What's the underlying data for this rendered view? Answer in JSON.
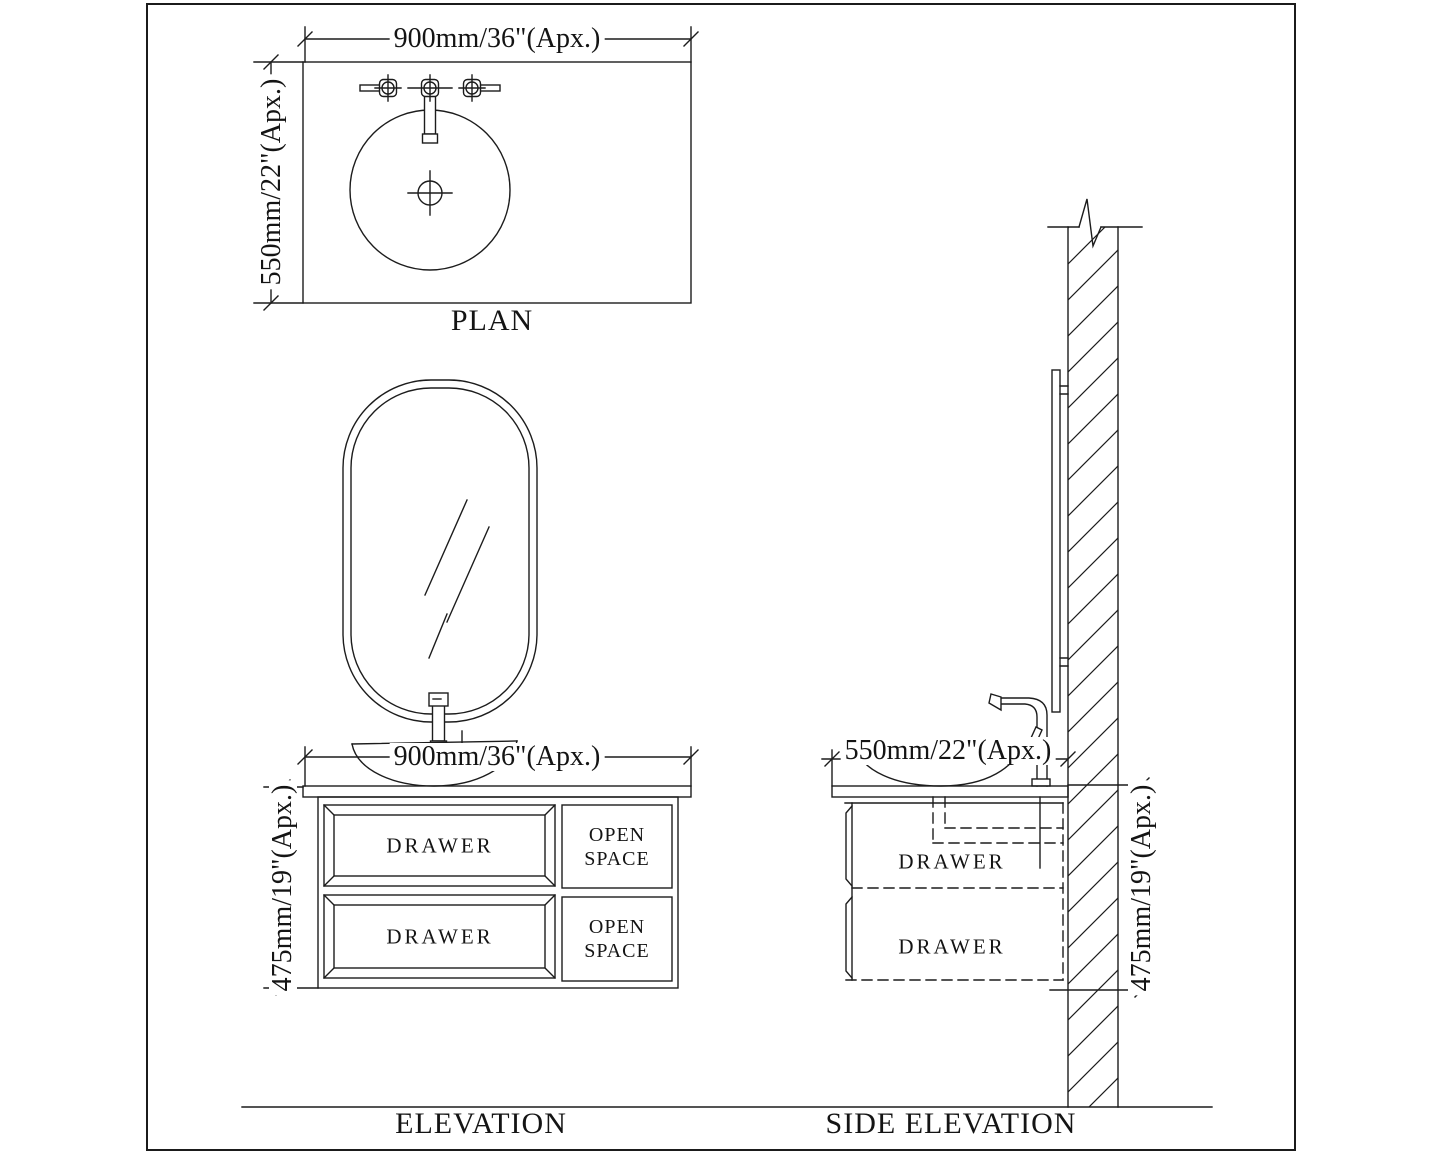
{
  "colors": {
    "line": "#1c1c1c",
    "background": "#ffffff"
  },
  "plan": {
    "label": "PLAN",
    "width_dim": "900mm/36\"(Apx.)",
    "depth_dim": "550mm/22\"(Apx.)"
  },
  "elevation": {
    "label": "ELEVATION",
    "width_dim": "900mm/36\"(Apx.)",
    "height_dim": "475mm/19\"(Apx.)",
    "drawers": [
      "DRAWER",
      "DRAWER"
    ],
    "open_spaces": [
      "OPEN SPACE",
      "OPEN SPACE"
    ]
  },
  "side_elevation": {
    "label": "SIDE ELEVATION",
    "depth_dim": "550mm/22\"(Apx.)",
    "height_dim": "475mm/19\"(Apx.)",
    "drawers": [
      "DRAWER",
      "DRAWER"
    ]
  }
}
